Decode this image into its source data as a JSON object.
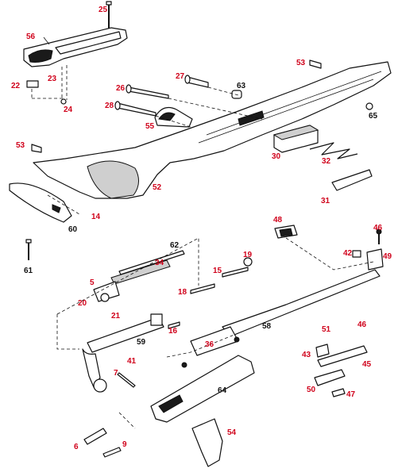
{
  "colors": {
    "red_label": "#d0021b",
    "black_label": "#111111",
    "line": "#111111"
  },
  "labels": {
    "p25": "25",
    "p56": "56",
    "p22": "22",
    "p23": "23",
    "p24": "24",
    "p27": "27",
    "p26": "26",
    "p28": "28",
    "p55": "55",
    "p63": "63",
    "p53a": "53",
    "p65": "65",
    "p53b": "53",
    "p30": "30",
    "p32": "32",
    "p31": "31",
    "p52": "52",
    "p14": "14",
    "p60": "60",
    "p61": "61",
    "p48": "48",
    "p46a": "46",
    "p42": "42",
    "p49": "49",
    "p62": "62",
    "p34": "34",
    "p19": "19",
    "p15": "15",
    "p5": "5",
    "p18": "18",
    "p20": "20",
    "p21": "21",
    "p16": "16",
    "p58": "58",
    "p59": "59",
    "p36": "36",
    "p51": "51",
    "p46b": "46",
    "p43": "43",
    "p45": "45",
    "p41": "41",
    "p7": "7",
    "p64": "64",
    "p50": "50",
    "p47": "47",
    "p6": "6",
    "p9": "9",
    "p54": "54"
  }
}
